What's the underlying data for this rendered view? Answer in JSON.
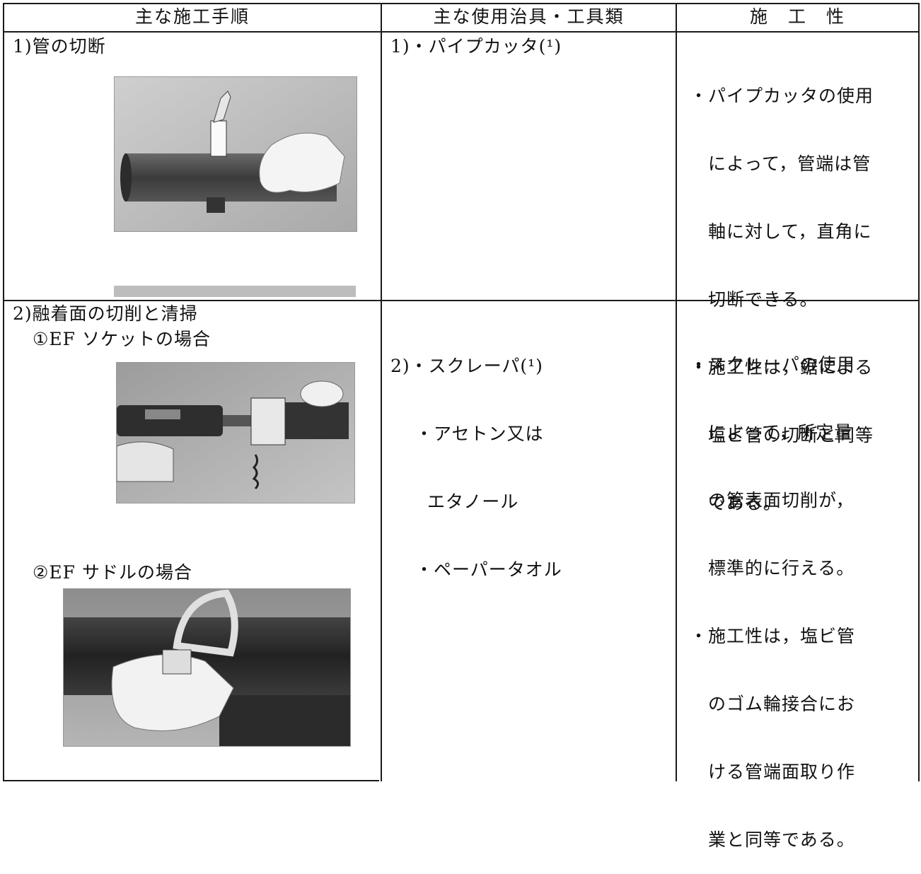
{
  "header": {
    "col1": "主な施工手順",
    "col2": "主な使用治具・工具類",
    "col3": "施　工　性"
  },
  "row1": {
    "step": "1)管の切断",
    "tools": "1)・パイプカッタ(¹)",
    "notes": [
      "・パイプカッタの使用",
      "　によって，管端は管",
      "　軸に対して，直角に",
      "　切断できる。",
      "・施工性は，鋸による",
      "　塩ビ管の切断と同等",
      "　である。"
    ]
  },
  "row2": {
    "step": "2)融着面の切削と清掃",
    "case1": "①EF ソケットの場合",
    "case2": "②EF サドルの場合",
    "tools": [
      "2)・スクレーパ(¹)",
      "　 ・アセトン又は",
      "　　エタノール",
      "　 ・ペーパータオル"
    ],
    "notes": [
      "・スクレーパの使用",
      "　によって，所定量",
      "　の管表面切削が，",
      "　標準的に行える。",
      "・施工性は，塩ビ管",
      "　のゴム輪接合にお",
      "　ける管端面取り作",
      "　業と同等である。"
    ]
  }
}
